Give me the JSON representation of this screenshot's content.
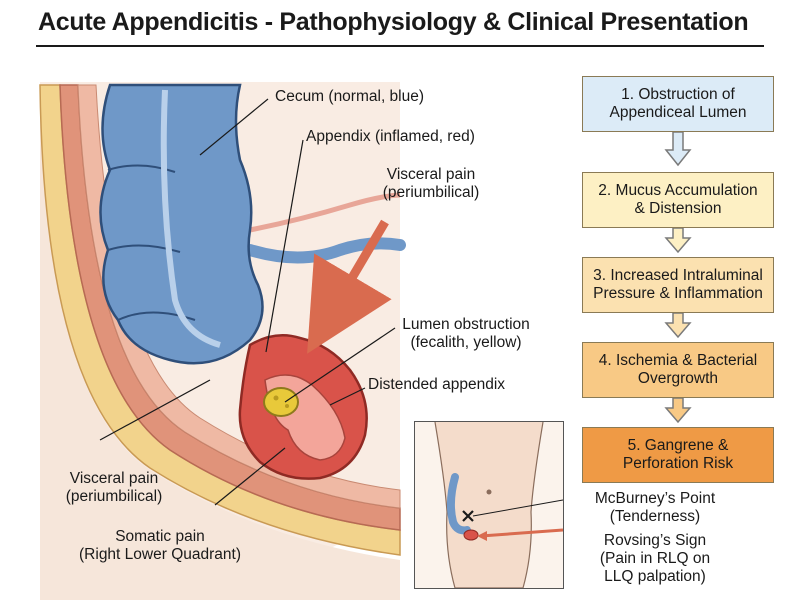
{
  "title": "Acute Appendicitis - Pathophysiology & Clinical Presentation",
  "labels": {
    "cecum": "Cecum (normal, blue)",
    "appendix": "Appendix (inflamed, red)",
    "visceral_top_1": "Visceral pain",
    "visceral_top_2": "(periumbilical)",
    "lumen_1": "Lumen obstruction",
    "lumen_2": "(fecalith, yellow)",
    "distended": "Distended appendix",
    "visceral_bottom_1": "Visceral pain",
    "visceral_bottom_2": "(periumbilical)",
    "somatic_1": "Somatic pain",
    "somatic_2": "(Right Lower Quadrant)"
  },
  "flow": [
    {
      "text": "1. Obstruction of\nAppendiceal Lumen",
      "color": "#dcebf7"
    },
    {
      "text": "2. Mucus Accumulation\n& Distension",
      "color": "#fdf0c4"
    },
    {
      "text": "3. Increased Intraluminal\nPressure & Inflammation",
      "color": "#fbe1b0"
    },
    {
      "text": "4. Ischemia & Bacterial\nOvergrowth",
      "color": "#f8c985"
    },
    {
      "text": "5. Gangrene &\nPerforation Risk",
      "color": "#ef9a45"
    }
  ],
  "inset": {
    "mcburney_1": "McBurney’s Point",
    "mcburney_2": "(Tenderness)",
    "rovsing_1": "Rovsing’s Sign",
    "rovsing_2": "(Pain in RLQ on",
    "rovsing_3": "LLQ palpation)"
  },
  "colors": {
    "cecum": "#6f98c8",
    "appendix": "#d9534a",
    "fecalith": "#e8c93a",
    "arrow": "#d96b4f",
    "skin": "#f6e6da"
  }
}
